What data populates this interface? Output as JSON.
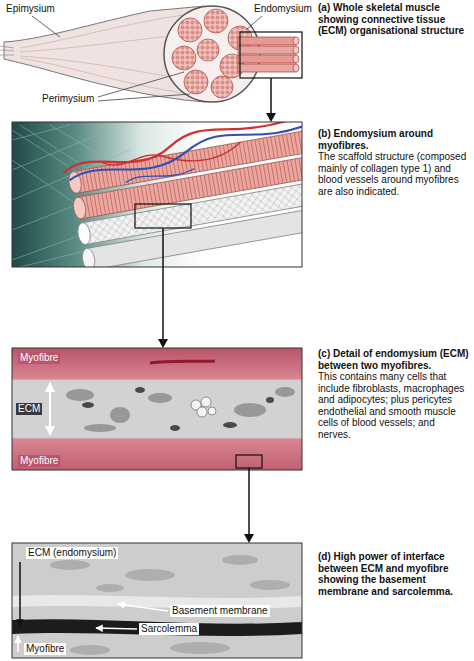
{
  "diagram": {
    "nodes": [
      {
        "text": [
          "(a) Whole skeletal muscle showing connective tissue (ECM) organisational structure"
        ]
      },
      {
        "text": [
          "(b) Endomysium around myofibres.",
          "The scaffold structure (composed mainly of collagen type 1) and blood vessels around myofibres are also indicated."
        ]
      },
      {
        "text": [
          "(c) Detail of endomysium (ECM) between two myofibres.",
          "This contains many cells that include fibroblasts, macrophages and adipocytes; plus pericytes endothelial and smooth muscle cells of blood vessels; and nerves."
        ]
      },
      {
        "text": [
          "(d) High power of interface between ECM and myofibre showing the basement membrane and sarcolemma."
        ]
      }
    ],
    "edges": [
      {
        "from": 0,
        "to": 1,
        "arrow": "to"
      },
      {
        "from": 1,
        "to": 2,
        "arrow": "to"
      },
      {
        "from": 2,
        "to": 3,
        "arrow": "to"
      }
    ],
    "labels": [
      "Epimysium",
      "Endomysium",
      "Perimysium",
      "Myofibre",
      "ECM",
      "Myofibre",
      "ECM (endomysium)",
      "Basement membrane",
      "Sarcolemma",
      "Myofibre"
    ]
  }
}
